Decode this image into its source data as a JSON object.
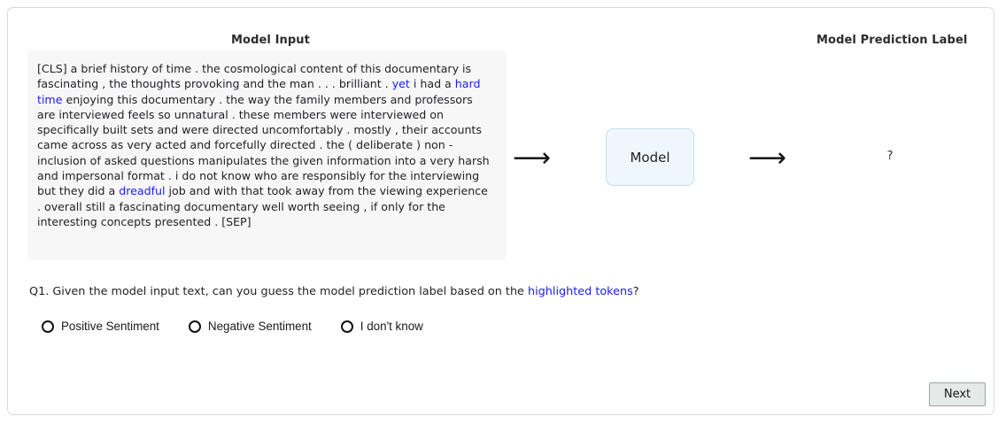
{
  "headers": {
    "model_input": "Model Input",
    "model_prediction_label": "Model Prediction Label"
  },
  "model_input": {
    "full_text": "[CLS] a brief history of time . the cosmological content of this documentary is fascinating , the thoughts provoking and the man . . . brilliant . yet i had a hard time enjoying this documentary . the way the family members and professors are interviewed feels so unnatural . these members were interviewed on specifically built sets and were directed uncomfortably . mostly , their accounts came across as very acted and forcefully directed . the ( deliberate ) non - inclusion of asked questions manipulates the given information into a very harsh and impersonal format . i do not know who are responsibly for the interviewing but they did a dreadful job and with that took away from the viewing experience . overall still a fascinating documentary well worth seeing , if only for the interesting concepts presented . [SEP]",
    "segments": [
      {
        "text": "[CLS] a brief history of time . the cosmological content of this documentary is fascinating , the thoughts provoking and the man . . . brilliant . ",
        "highlighted": false
      },
      {
        "text": "yet",
        "highlighted": true
      },
      {
        "text": " i had a ",
        "highlighted": false
      },
      {
        "text": "hard time",
        "highlighted": true
      },
      {
        "text": " enjoying this documentary . the way the family members and professors are interviewed feels so unnatural . these members were interviewed on specifically built sets and were directed uncomfortably . mostly , their accounts came across as very acted and forcefully directed . the ( deliberate ) non - inclusion of asked questions manipulates the given information into a very harsh and impersonal format . i do not know who are responsibly for the interviewing but they did a ",
        "highlighted": false
      },
      {
        "text": "dreadful",
        "highlighted": true
      },
      {
        "text": " job and with that took away from the viewing experience . overall still a fascinating documentary well worth seeing , if only for the interesting concepts presented . [SEP]",
        "highlighted": false
      }
    ],
    "highlight_color": "#1a1aff",
    "panel_background": "#f7f7f8"
  },
  "pipeline": {
    "arrow_glyph": "⟶",
    "model_box_label": "Model",
    "model_box_fill": "#eff7fd",
    "model_box_border": "#c9dfea"
  },
  "prediction": {
    "value": "?"
  },
  "question": {
    "prefix": "Q1. Given the model input text, can you guess the model prediction label based on the ",
    "highlight": "highlighted tokens",
    "suffix": "?"
  },
  "options": [
    {
      "label": "Positive Sentiment",
      "selected": false
    },
    {
      "label": "Negative Sentiment",
      "selected": false
    },
    {
      "label": "I don't know",
      "selected": false
    }
  ],
  "footer": {
    "next_label": "Next"
  }
}
